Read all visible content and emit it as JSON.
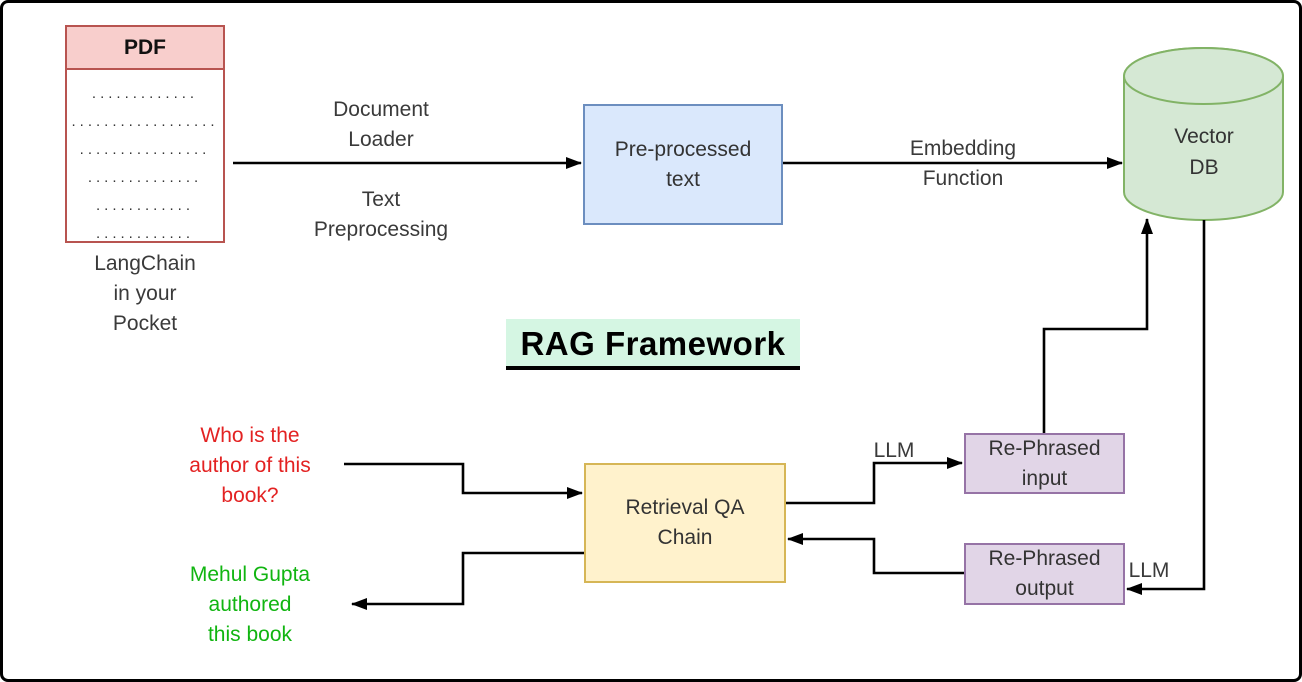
{
  "diagram": {
    "title": "RAG Framework",
    "pdf": {
      "header_label": "PDF",
      "dot_rows": ".............\n..................\n................\n..............\n............\n............",
      "caption": "LangChain\nin your\nPocket"
    },
    "nodes": {
      "preprocessed": "Pre-processed\ntext",
      "vector_db": "Vector\nDB",
      "qa_chain": "Retrieval QA\nChain",
      "rephrased_input": "Re-Phrased\ninput",
      "rephrased_output": "Re-Phrased\noutput"
    },
    "edge_labels": {
      "document_loader": "Document\nLoader",
      "text_preprocessing": "Text\nPreprocessing",
      "embedding_function": "Embedding\nFunction",
      "llm_top": "LLM",
      "llm_bottom": "LLM"
    },
    "annotations": {
      "question": "Who is the\nauthor of this\nbook?",
      "answer": "Mehul Gupta\nauthored\nthis book"
    },
    "colors": {
      "pdf_fill": "#f8cecc",
      "pdf_stroke": "#b85450",
      "preprocessed_fill": "#dae8fc",
      "preprocessed_stroke": "#6c8ebf",
      "vector_db_fill": "#d5e8d4",
      "vector_db_stroke": "#82b366",
      "qa_fill": "#fff2cc",
      "qa_stroke": "#d6b656",
      "rephrased_fill": "#e1d5e7",
      "rephrased_stroke": "#9673a6",
      "title_highlight": "#d5f6e3",
      "question_text": "#e32222",
      "answer_text": "#11b511",
      "edge": "#000000"
    }
  }
}
